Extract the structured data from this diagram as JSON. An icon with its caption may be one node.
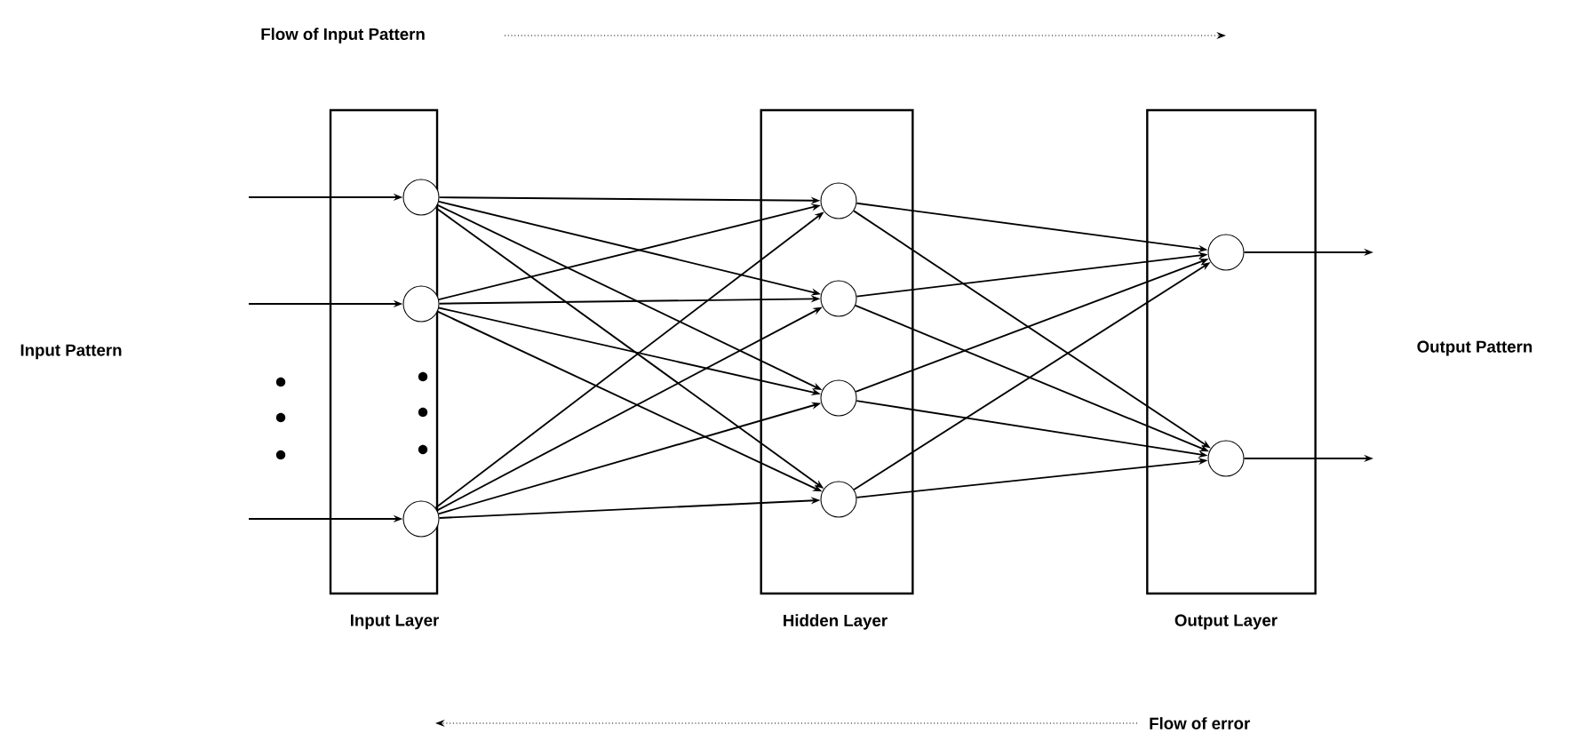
{
  "diagram": {
    "nodes": [
      {
        "text": [
          "Input Layer"
        ]
      },
      {
        "text": [
          "Hidden Layer"
        ]
      },
      {
        "text": [
          "Output Layer"
        ]
      },
      {
        "text": [],
        "shape": "circle",
        "in": 0
      },
      {
        "text": [],
        "shape": "circle",
        "in": 0
      },
      {
        "text": [],
        "shape": "circle",
        "in": 0
      },
      {
        "text": [],
        "shape": "circle",
        "in": 1
      },
      {
        "text": [],
        "shape": "circle",
        "in": 1
      },
      {
        "text": [],
        "shape": "circle",
        "in": 1
      },
      {
        "text": [],
        "shape": "circle",
        "in": 1
      },
      {
        "text": [],
        "shape": "circle",
        "in": 2
      },
      {
        "text": [],
        "shape": "circle",
        "in": 2
      }
    ],
    "edges": [
      {
        "from": null,
        "to": 3,
        "arrow": "to"
      },
      {
        "from": null,
        "to": 4,
        "arrow": "to"
      },
      {
        "from": null,
        "to": 5,
        "arrow": "to"
      },
      {
        "from": 3,
        "to": 6,
        "arrow": "to"
      },
      {
        "from": 3,
        "to": 7,
        "arrow": "to"
      },
      {
        "from": 3,
        "to": 8,
        "arrow": "to"
      },
      {
        "from": 3,
        "to": 9,
        "arrow": "to"
      },
      {
        "from": 4,
        "to": 6,
        "arrow": "to"
      },
      {
        "from": 4,
        "to": 7,
        "arrow": "to"
      },
      {
        "from": 4,
        "to": 8,
        "arrow": "to"
      },
      {
        "from": 4,
        "to": 9,
        "arrow": "to"
      },
      {
        "from": 5,
        "to": 6,
        "arrow": "to"
      },
      {
        "from": 5,
        "to": 7,
        "arrow": "to"
      },
      {
        "from": 5,
        "to": 8,
        "arrow": "to"
      },
      {
        "from": 5,
        "to": 9,
        "arrow": "to"
      },
      {
        "from": 6,
        "to": 10,
        "arrow": "to"
      },
      {
        "from": 6,
        "to": 11,
        "arrow": "to"
      },
      {
        "from": 7,
        "to": 10,
        "arrow": "to"
      },
      {
        "from": 7,
        "to": 11,
        "arrow": "to"
      },
      {
        "from": 8,
        "to": 10,
        "arrow": "to"
      },
      {
        "from": 8,
        "to": 11,
        "arrow": "to"
      },
      {
        "from": 9,
        "to": 10,
        "arrow": "to"
      },
      {
        "from": 9,
        "to": 11,
        "arrow": "to"
      },
      {
        "from": 10,
        "to": null,
        "arrow": "to"
      },
      {
        "from": 11,
        "to": null,
        "arrow": "to"
      }
    ],
    "labels": [
      "Flow of Input Pattern",
      "Input Pattern",
      "Output Pattern",
      "Flow of error"
    ]
  }
}
